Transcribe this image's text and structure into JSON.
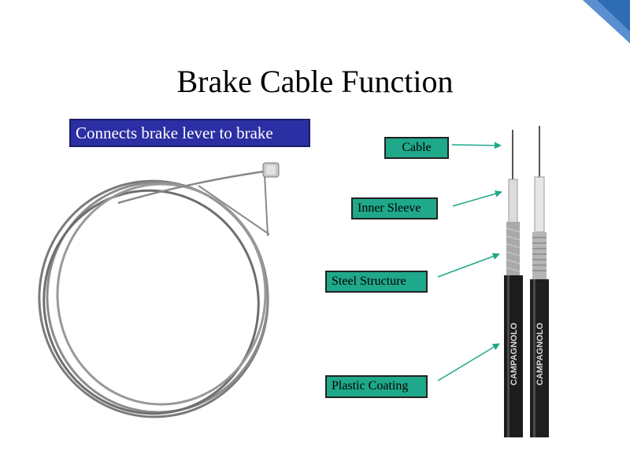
{
  "slide": {
    "title": "Brake Cable Function",
    "callout": "Connects brake lever to brake"
  },
  "labels": {
    "cable": "Cable",
    "inner_sleeve": "Inner Sleeve",
    "steel_structure": "Steel Structure",
    "plastic_coating": "Plastic Coating"
  },
  "photo": {
    "brand_text": "CAMPAGNOLO"
  },
  "colors": {
    "callout_bg": "#2b2fa3",
    "label_bg": "#1fa88a",
    "arrow": "#1fa88a",
    "corner": "#2e6db4"
  }
}
